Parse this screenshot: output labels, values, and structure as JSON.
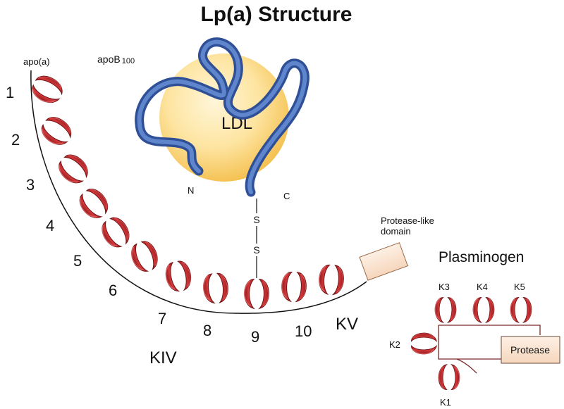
{
  "title": "Lp(a) Structure",
  "labels": {
    "apo_a": "apo(a)",
    "apob": "apoB",
    "apob_sub": "100",
    "ldl": "LDL",
    "n_term": "N",
    "c_term": "C",
    "s_top": "S",
    "s_bottom": "S",
    "protease_like_1": "Protease-like",
    "protease_like_2": "domain",
    "kiv": "KIV",
    "kv": "KV"
  },
  "kringle_numbers": [
    "1",
    "2",
    "3",
    "4",
    "5",
    "6",
    "7",
    "8",
    "9",
    "10"
  ],
  "plasminogen": {
    "title": "Plasminogen",
    "k1": "K1",
    "k2": "K2",
    "k3": "K3",
    "k4": "K4",
    "k5": "K5",
    "protease": "Protease"
  },
  "colors": {
    "kringle": "#c0282a",
    "kringle_dark": "#7a1214",
    "ldl_fill": "#fbd98a",
    "apob_strand": "#4a6fb5",
    "protease_fill": "#fae3cf"
  }
}
